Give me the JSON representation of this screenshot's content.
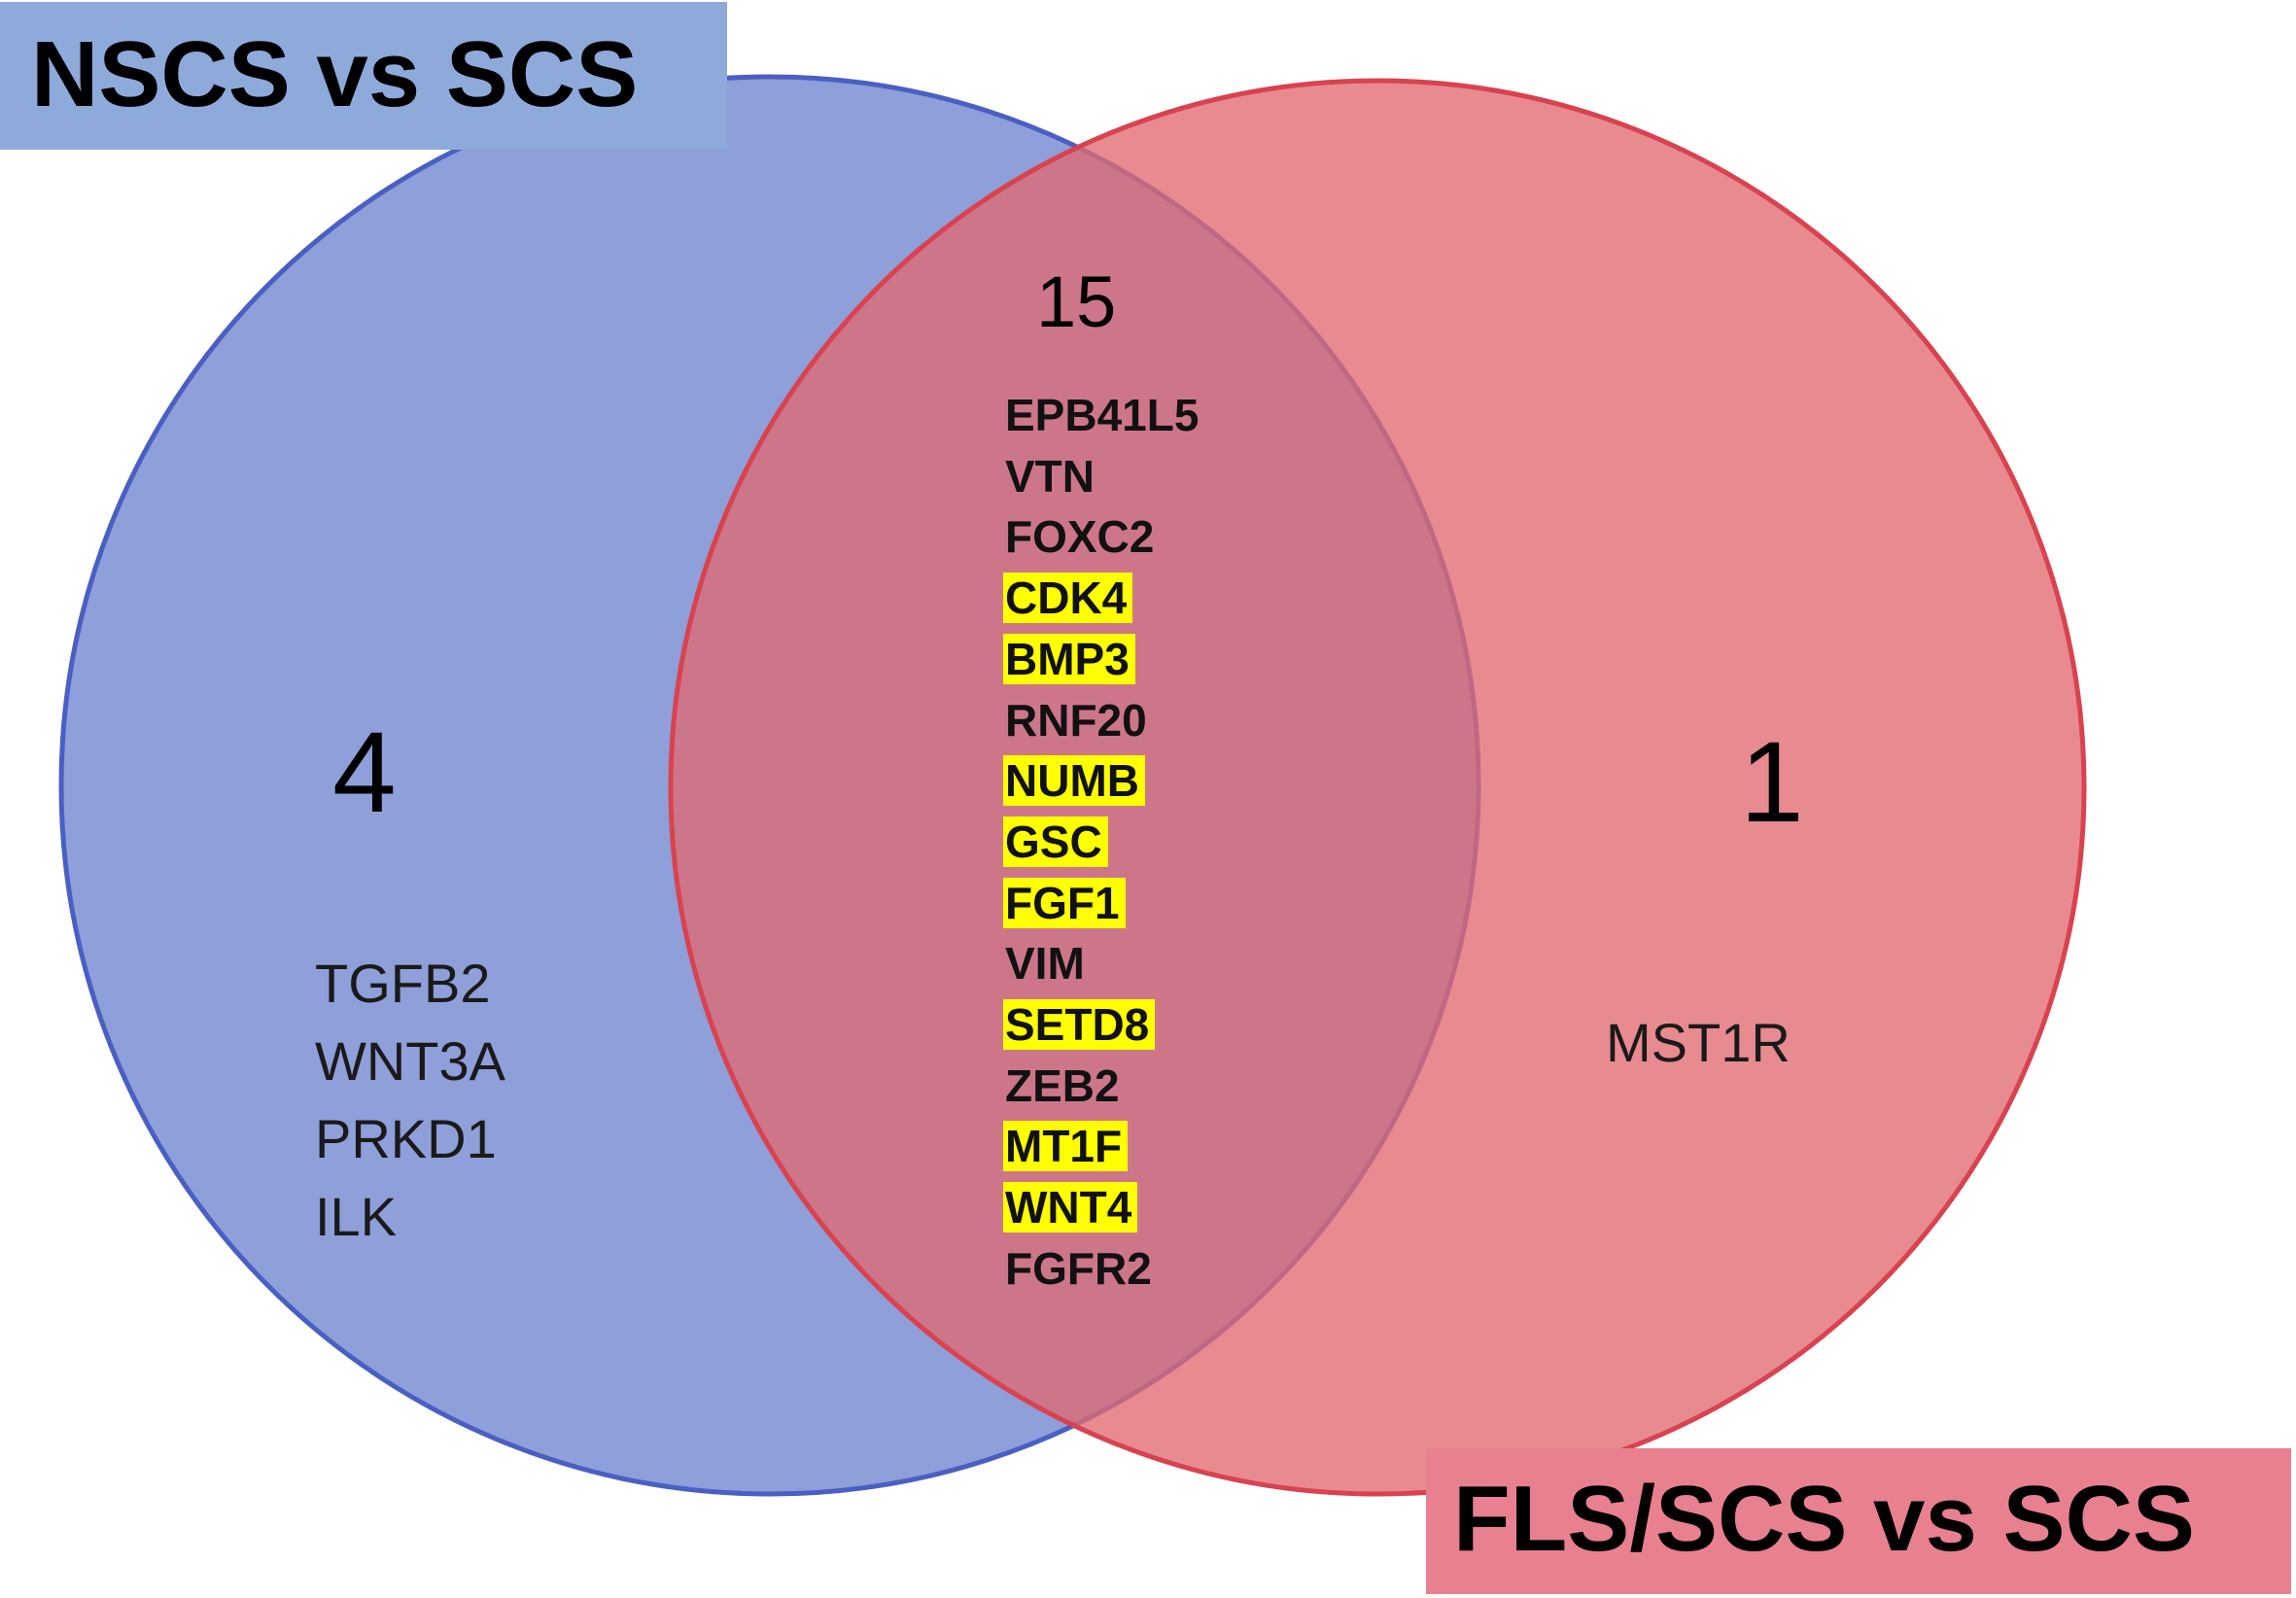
{
  "title_a": "NSCS vs SCS",
  "title_b": "FLS/SCS vs SCS",
  "colors": {
    "set_a_fill": "#8e9fd9",
    "set_a_stroke": "#4a5fc4",
    "set_b_fill": "#e06a72",
    "set_b_stroke": "#d9424f",
    "set_a_label_bg": "#8eaadb",
    "set_b_label_bg": "#e88090",
    "highlight": "#ffff00"
  },
  "sets": {
    "a_only": {
      "count": "4",
      "genes": [
        "TGFB2",
        "WNT3A",
        "PRKD1",
        "ILK"
      ]
    },
    "intersection": {
      "count": "15",
      "genes": [
        {
          "name": "EPB41L5",
          "highlight": false
        },
        {
          "name": "VTN",
          "highlight": false
        },
        {
          "name": "FOXC2",
          "highlight": false
        },
        {
          "name": "CDK4",
          "highlight": true
        },
        {
          "name": "BMP3",
          "highlight": true
        },
        {
          "name": "RNF20",
          "highlight": false
        },
        {
          "name": "NUMB",
          "highlight": true
        },
        {
          "name": "GSC",
          "highlight": true
        },
        {
          "name": "FGF1",
          "highlight": true
        },
        {
          "name": "VIM",
          "highlight": false
        },
        {
          "name": "SETD8",
          "highlight": true
        },
        {
          "name": "ZEB2",
          "highlight": false
        },
        {
          "name": "MT1F",
          "highlight": true
        },
        {
          "name": "WNT4",
          "highlight": true
        },
        {
          "name": "FGFR2",
          "highlight": false
        }
      ]
    },
    "b_only": {
      "count": "1",
      "genes": [
        "MST1R"
      ]
    }
  }
}
